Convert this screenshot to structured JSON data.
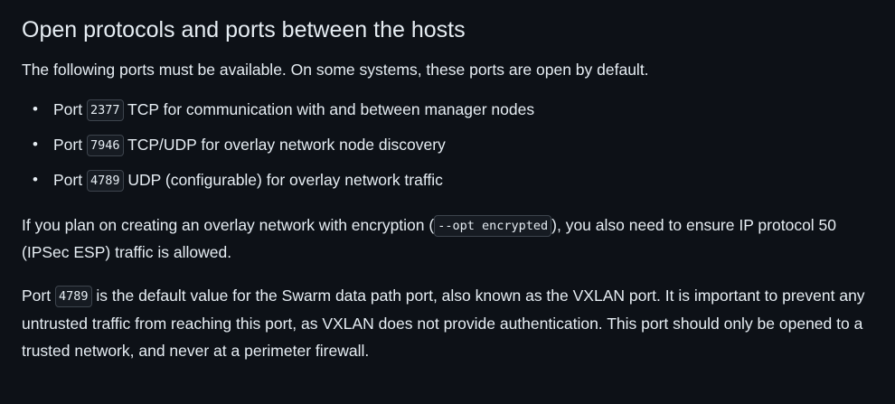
{
  "heading": "Open protocols and ports between the hosts",
  "intro": "The following ports must be available. On some systems, these ports are open by default.",
  "ports": [
    {
      "prefix": "Port",
      "code": "2377",
      "text": "TCP for communication with and between manager nodes"
    },
    {
      "prefix": "Port",
      "code": "7946",
      "text": "TCP/UDP for overlay network node discovery"
    },
    {
      "prefix": "Port",
      "code": "4789",
      "text": "UDP (configurable) for overlay network traffic"
    }
  ],
  "bullet_glyph": "•",
  "encryption_para": {
    "before": "If you plan on creating an overlay network with encryption (",
    "code": "--opt encrypted",
    "after": "), you also need to ensure IP protocol 50 (IPSec ESP) traffic is allowed."
  },
  "vxlan_para": {
    "before": "Port",
    "code": "4789",
    "after": "is the default value for the Swarm data path port, also known as the VXLAN port. It is important to prevent any untrusted traffic from reaching this port, as VXLAN does not provide authentication. This port should only be opened to a trusted network, and never at a perimeter firewall."
  },
  "colors": {
    "background": "#0d1117",
    "text": "#e6edf3",
    "code_background": "#161b22",
    "code_border": "#3d444d"
  }
}
